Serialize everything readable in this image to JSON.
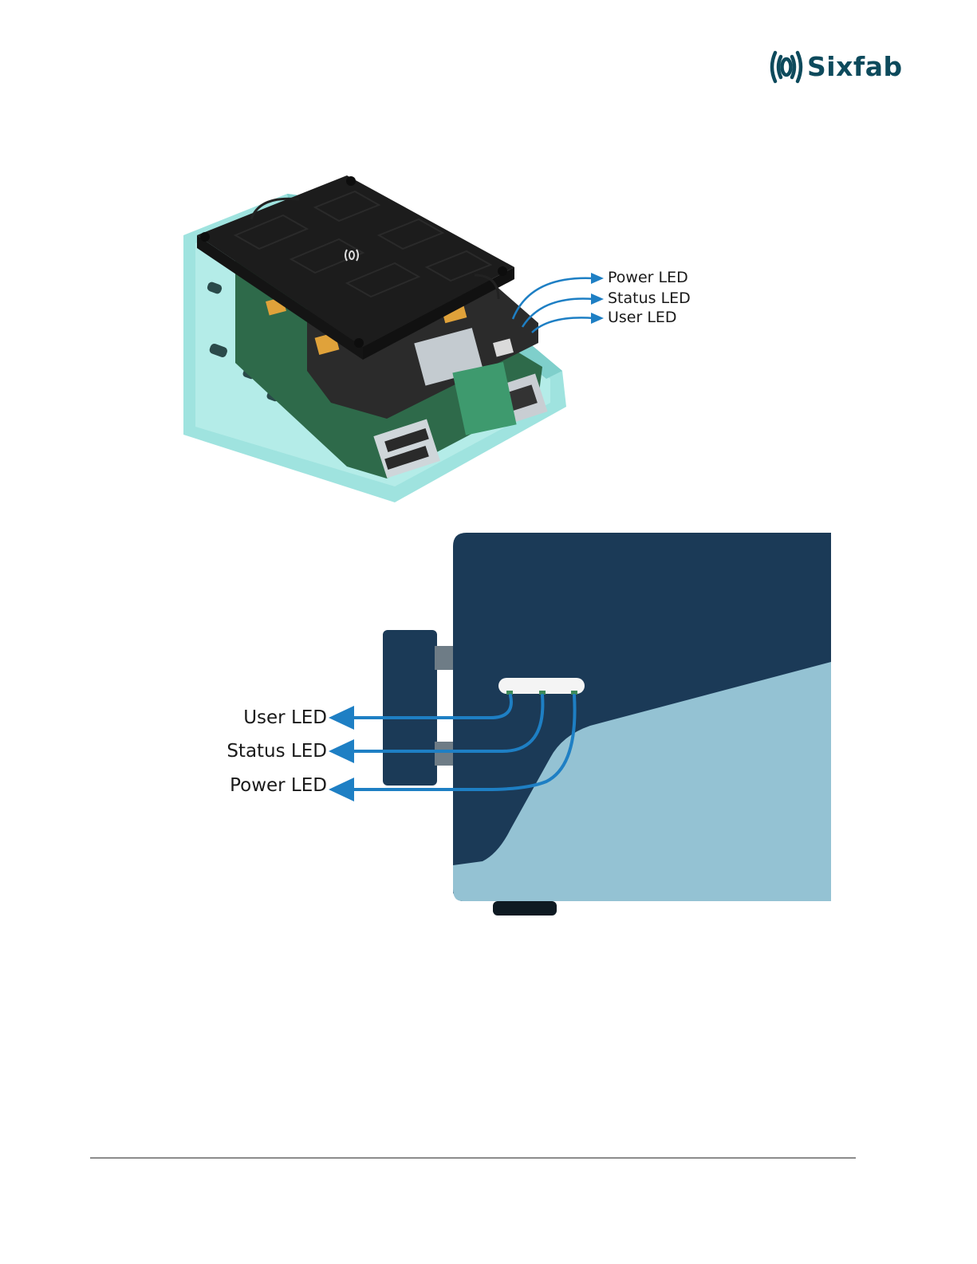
{
  "brand": {
    "name": "Sixfab",
    "icon": "sixfab-logo-icon",
    "color": "#0d4a5c"
  },
  "top_figure": {
    "labels": [
      "Power LED",
      "Status LED",
      "User LED"
    ],
    "case_color": "#9fe3df",
    "board_color": "#1c1c1c",
    "arrow_color": "#1e7fc4"
  },
  "bottom_figure": {
    "labels": [
      "User LED",
      "Status LED",
      "Power LED"
    ],
    "dark_panel_color": "#1b3a57",
    "light_panel_color": "#94c2d3",
    "arrow_color": "#1e7fc4"
  }
}
